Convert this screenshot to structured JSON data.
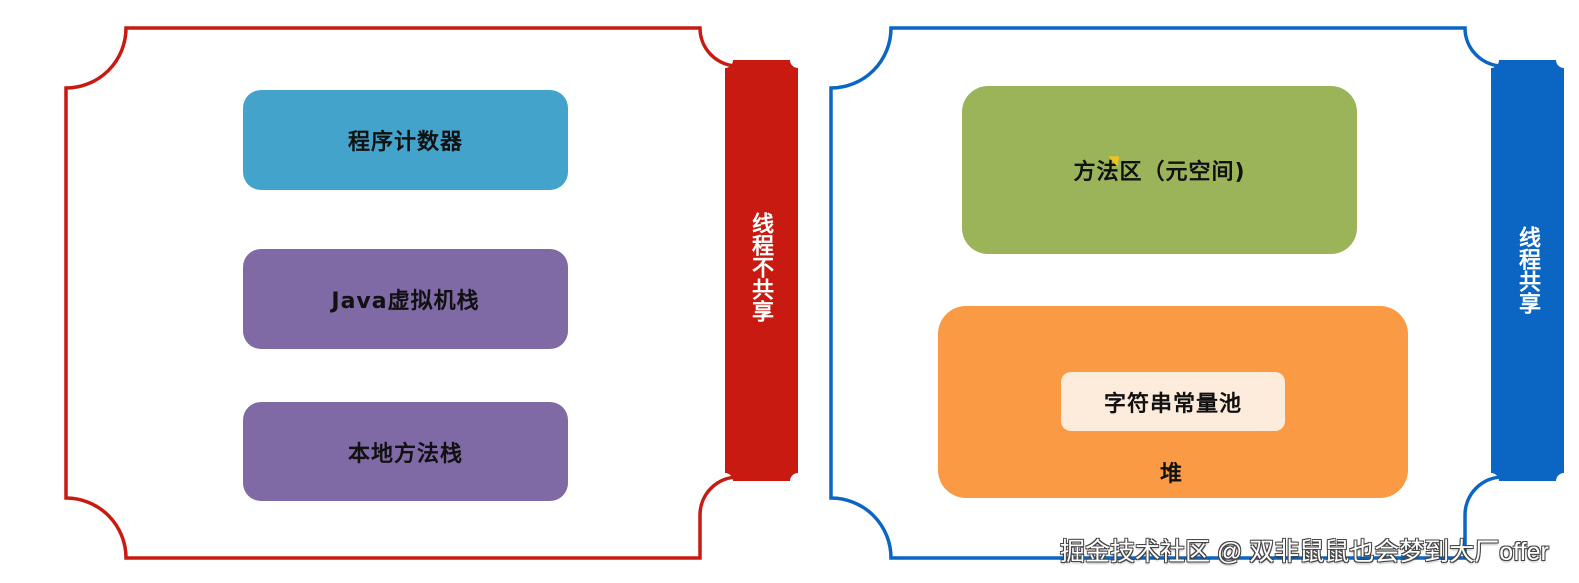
{
  "diagram": {
    "title": "JVM runtime data areas: thread-private vs thread-shared",
    "colors": {
      "private_frame": "#c81a10",
      "shared_frame": "#0a66c2",
      "program_counter": "#43a3cb",
      "stack": "#7f6aa5",
      "method_area": "#9bb45a",
      "heap": "#fb9a45",
      "string_pool": "#fdebdb"
    },
    "private_panel": {
      "label": "线程不共享",
      "areas": [
        {
          "id": "program-counter",
          "label": "程序计数器"
        },
        {
          "id": "java-vm-stack",
          "label": "Java虚拟机栈"
        },
        {
          "id": "native-method-stack",
          "label": "本地方法栈"
        }
      ]
    },
    "shared_panel": {
      "label": "线程共享",
      "method_area": {
        "label": "方法区（元空间)"
      },
      "heap": {
        "label": "堆",
        "string_pool": {
          "label": "字符串常量池"
        }
      }
    }
  },
  "watermark": {
    "text": "掘金技术社区 @ 双非鼠鼠也会梦到大厂offer"
  }
}
